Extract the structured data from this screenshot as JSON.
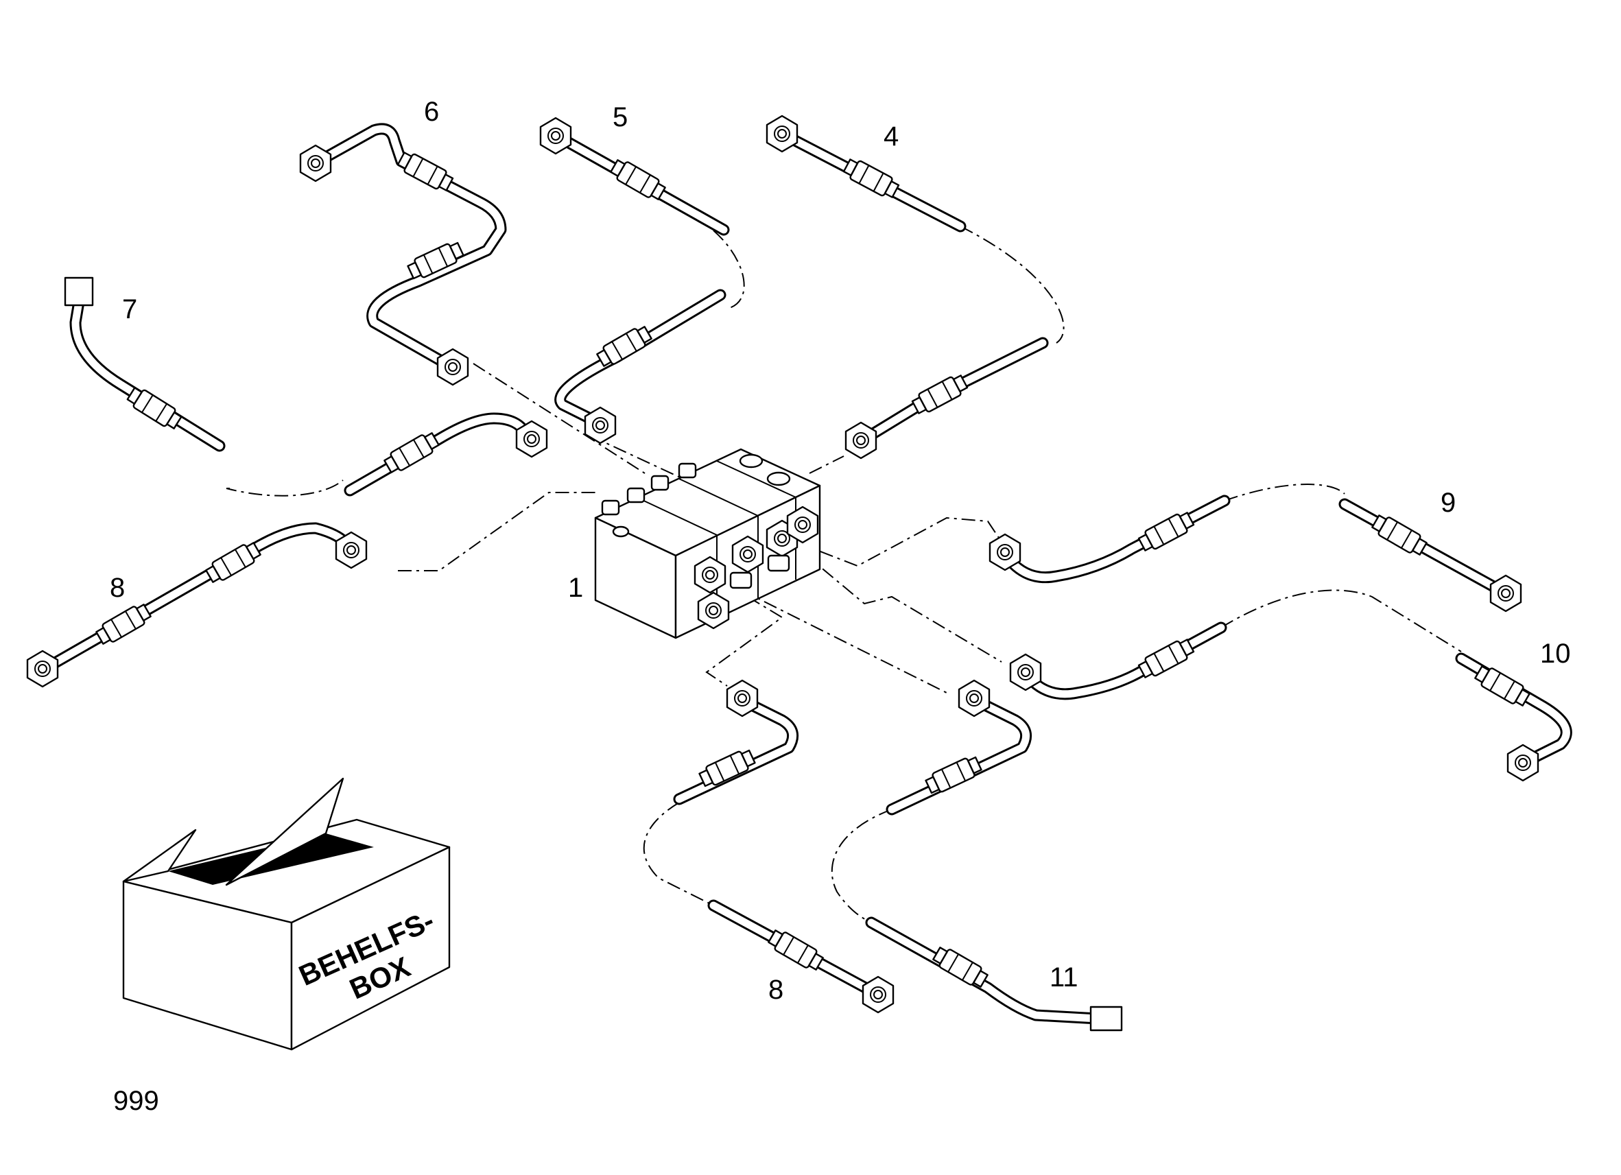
{
  "callouts": {
    "c1": "1",
    "c4": "4",
    "c5": "5",
    "c6": "6",
    "c7": "7",
    "c8a": "8",
    "c8b": "8",
    "c9": "9",
    "c10": "10",
    "c11": "11",
    "c999": "999"
  },
  "box": {
    "line1": "BEHELFS-",
    "line2": "BOX"
  },
  "colors": {
    "ink": "#000000",
    "paper": "#ffffff"
  }
}
